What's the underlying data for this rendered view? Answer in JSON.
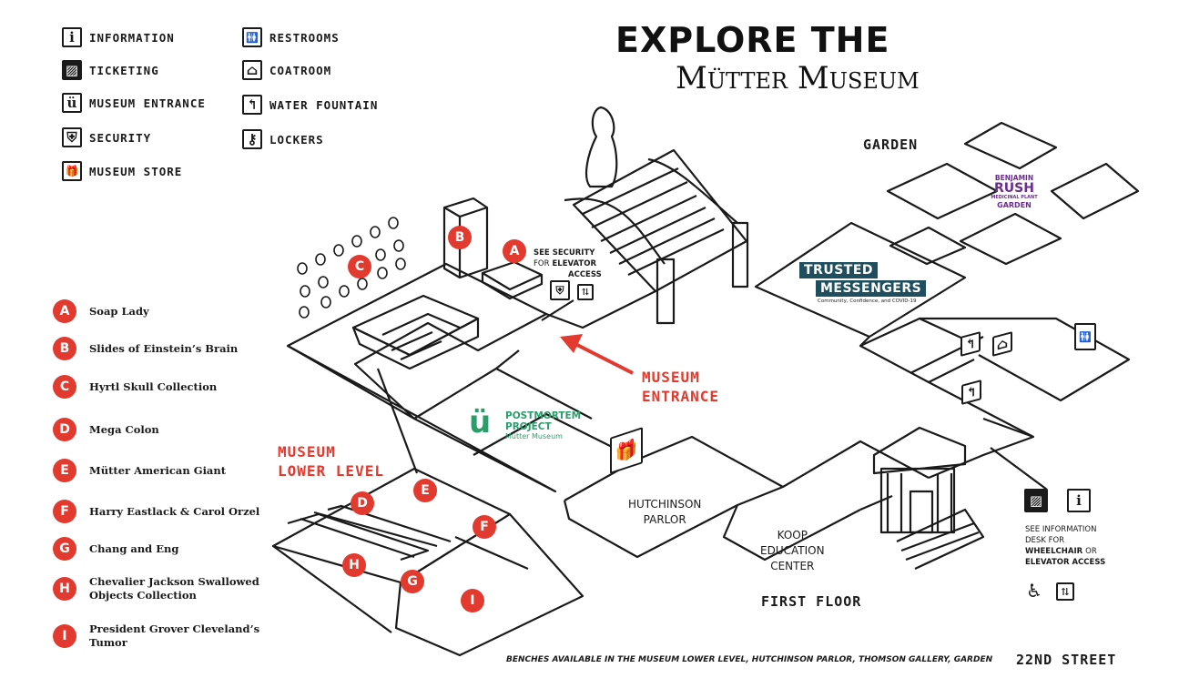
{
  "title": {
    "line1": "EXPLORE THE",
    "line2": "Mütter Museum"
  },
  "legend_left": [
    {
      "icon": "info-icon",
      "glyph": "i",
      "label": "INFORMATION"
    },
    {
      "icon": "ticket-icon",
      "glyph": "▨",
      "label": "TICKETING"
    },
    {
      "icon": "museum-entrance-icon",
      "glyph": "ü",
      "label": "MUSEUM ENTRANCE"
    },
    {
      "icon": "shield-icon",
      "glyph": "⛨",
      "label": "SECURITY"
    },
    {
      "icon": "gift-icon",
      "glyph": "🎁",
      "label": "MUSEUM STORE"
    }
  ],
  "legend_right": [
    {
      "icon": "restroom-icon",
      "glyph": "🚻",
      "label": "RESTROOMS"
    },
    {
      "icon": "hanger-icon",
      "glyph": "⌂",
      "label": "COATROOM"
    },
    {
      "icon": "water-fountain-icon",
      "glyph": "↰",
      "label": "WATER FOUNTAIN"
    },
    {
      "icon": "key-icon",
      "glyph": "⚷",
      "label": "LOCKERS"
    }
  ],
  "exhibits": [
    {
      "letter": "A",
      "label": "Soap Lady"
    },
    {
      "letter": "B",
      "label": "Slides of Einstein’s Brain"
    },
    {
      "letter": "C",
      "label": "Hyrtl Skull Collection"
    },
    {
      "letter": "D",
      "label": "Mega Colon"
    },
    {
      "letter": "E",
      "label": "Mütter American Giant"
    },
    {
      "letter": "F",
      "label": "Harry Eastlack & Carol Orzel"
    },
    {
      "letter": "G",
      "label": "Chang and Eng"
    },
    {
      "letter": "H",
      "label": "Chevalier Jackson Swallowed Objects Collection"
    },
    {
      "letter": "I",
      "label": "President Grover Cleveland’s Tumor"
    }
  ],
  "map": {
    "garden": "GARDEN",
    "rush_garden": {
      "line1": "BENJAMIN",
      "line2": "RUSH",
      "line3": "MEDICINAL PLANT",
      "line4": "GARDEN"
    },
    "trusted": {
      "line1": "TRUSTED",
      "line2": "MESSENGERS",
      "tagline": "Community, Confidence, and COVID-19"
    },
    "security_note": {
      "line1": "SEE SECURITY",
      "line2": "FOR",
      "line2b": "ELEVATOR",
      "line3": "ACCESS"
    },
    "museum_entrance": {
      "line1": "MUSEUM",
      "line2": "ENTRANCE"
    },
    "postmortem": {
      "line1": "POSTMORTEM",
      "line2": "PROJECT",
      "line3": "Mütter Museum"
    },
    "lower_level": {
      "line1": "MUSEUM",
      "line2": "LOWER LEVEL"
    },
    "hutchinson": {
      "line1": "HUTCHINSON",
      "line2": "PARLOR"
    },
    "koop": {
      "line1": "KOOP",
      "line2": "EDUCATION",
      "line3": "CENTER"
    },
    "first_floor": "FIRST FLOOR",
    "info_note": {
      "line1": "SEE INFORMATION",
      "line2": "DESK FOR",
      "line3": "WHEELCHAIR",
      "line3b": "OR",
      "line4": "ELEVATOR ACCESS"
    },
    "badges": {
      "A": "A",
      "B": "B",
      "C": "C",
      "D": "D",
      "E": "E",
      "F": "F",
      "G": "G",
      "H": "H",
      "I": "I"
    }
  },
  "footer": {
    "benches": "BENCHES AVAILABLE IN THE MUSEUM LOWER LEVEL, HUTCHINSON PARLOR, THOMSON GALLERY, GARDEN",
    "street": "22ND STREET"
  },
  "colors": {
    "accent_red": "#e23a2f",
    "postmortem_green": "#2a9d6a",
    "trusted_teal": "#1f4e5f",
    "rush_purple": "#6b2c8f"
  }
}
